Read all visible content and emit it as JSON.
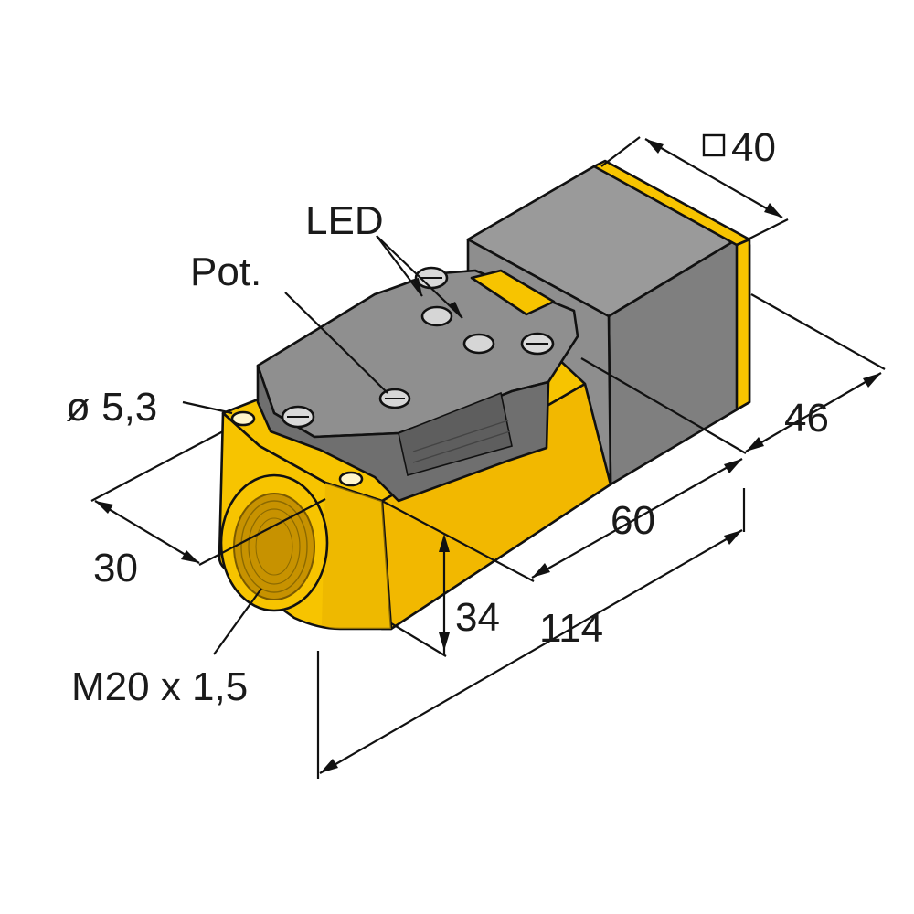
{
  "labels": {
    "led": "LED",
    "pot": "Pot.",
    "hole_diameter": "ø 5,3",
    "square_size": "40",
    "depth_46": "46",
    "length_60": "60",
    "width_30": "30",
    "height_34": "34",
    "length_114": "114",
    "thread": "M20 x 1,5"
  },
  "colors": {
    "housing_yellow": "#f7c400",
    "housing_yellow_dark": "#e0ac00",
    "head_gray_light": "#9a9a9a",
    "head_gray": "#808080",
    "head_gray_dark": "#5e5e5e",
    "outline": "#111111"
  },
  "icons": {
    "square_symbol": "square-outline-icon"
  }
}
